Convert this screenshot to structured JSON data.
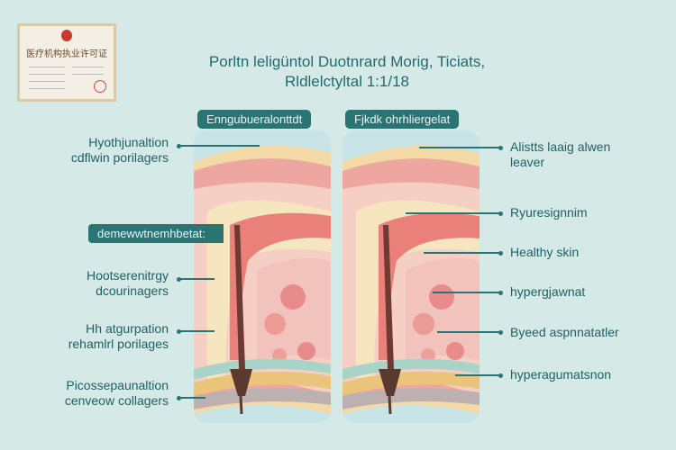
{
  "certificate": {
    "title": "医疗机构执业许可证"
  },
  "title": {
    "line1": "Porltn leligüntol Duotnrard Morig, Ticiats,",
    "line2": "Rldlelctyltal 1:1/18"
  },
  "panels": {
    "left_label": "Enngubueralonttdt",
    "right_label": "Fjkdk ohrhliergelat"
  },
  "left_callouts": [
    {
      "line1": "Hyothjunaltion",
      "line2": "cdflwin porilagers"
    },
    {
      "line1": "Hootserenitrgy",
      "line2": "dcourinagers"
    },
    {
      "line1": "Hh atgurpation",
      "line2": "rehamlrl porilages"
    },
    {
      "line1": "Picossepaunaltion",
      "line2": "cenveow collagers"
    }
  ],
  "section_badge": "demewwtnemhbetat:",
  "right_callouts": [
    {
      "line1": "Alistts laaig alwen",
      "line2": "leaver"
    },
    {
      "line1": "Ryuresignnim"
    },
    {
      "line1": "Healthy skin"
    },
    {
      "line1": "hypergjawnat"
    },
    {
      "line1": "Byeed aspnnatatler"
    },
    {
      "line1": "hyperagumatsnon"
    }
  ]
}
